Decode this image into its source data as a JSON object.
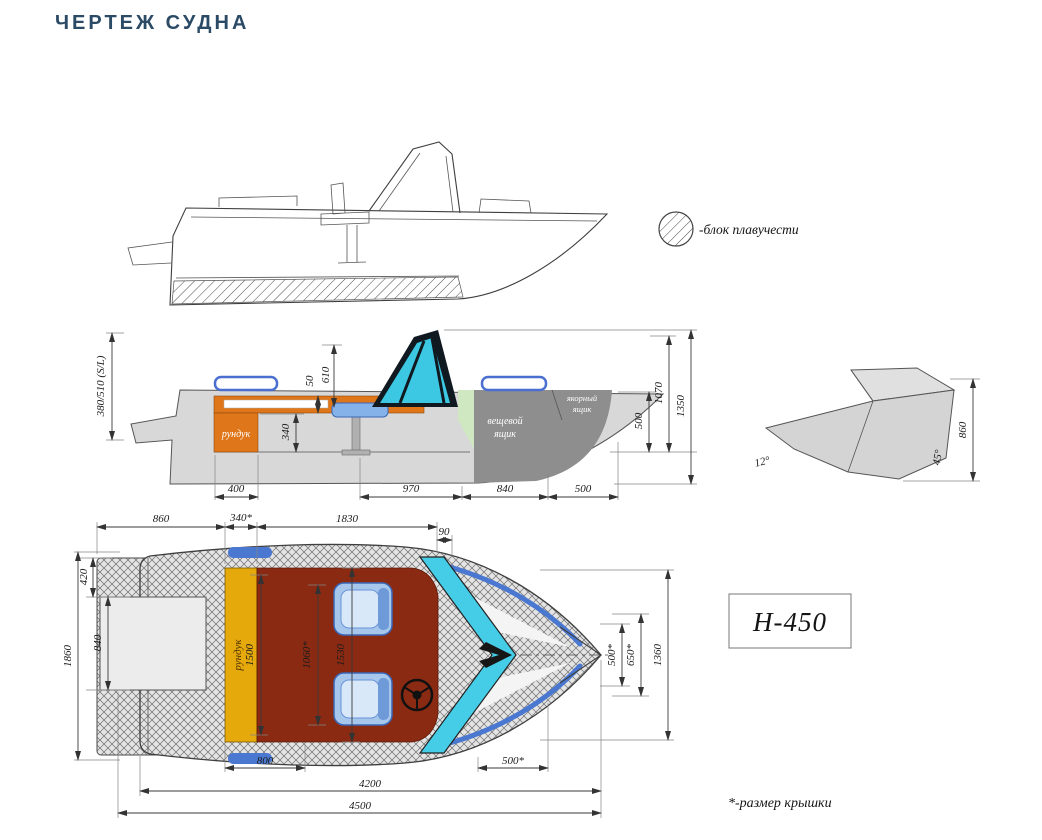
{
  "page": {
    "title": "ЧЕРТЕЖ СУДНА"
  },
  "legend": {
    "buoyancy_label": "-блок плавучести"
  },
  "model_plate": {
    "label": "H-450"
  },
  "footnote": {
    "text": "*-размер крышки"
  },
  "cutaway_view": {
    "compartments": {
      "runduk": "рундук",
      "gear_box_line1": "вещевой",
      "gear_box_line2": "ящик",
      "anchor_box_line1": "якорный",
      "anchor_box_line2": "ящик"
    },
    "dimensions": {
      "transom_height": "380/510 (S/L)",
      "d50": "50",
      "d610": "610",
      "d340": "340",
      "d500_right": "500",
      "d1070": "1070",
      "d1350": "1350",
      "d400": "400",
      "d970": "970",
      "d840": "840",
      "d500_bottom": "500"
    }
  },
  "transom_view": {
    "dimensions": {
      "d860": "860",
      "angle_bottom": "12°",
      "angle_deadrise": "45°"
    }
  },
  "top_view": {
    "compartments": {
      "runduk": "рундук"
    },
    "dimensions": {
      "d860": "860",
      "d340": "340*",
      "d1830": "1830",
      "d90": "90",
      "d420": "420",
      "d840": "840",
      "d1860": "1860",
      "d1500": "1500",
      "d1060": "1060*",
      "d1530": "1530",
      "d500_star_inner": "500*",
      "d650": "650*",
      "d1360": "1360",
      "d800": "800",
      "d500_star_bottom": "500*",
      "d4200": "4200",
      "d4500": "4500"
    }
  }
}
